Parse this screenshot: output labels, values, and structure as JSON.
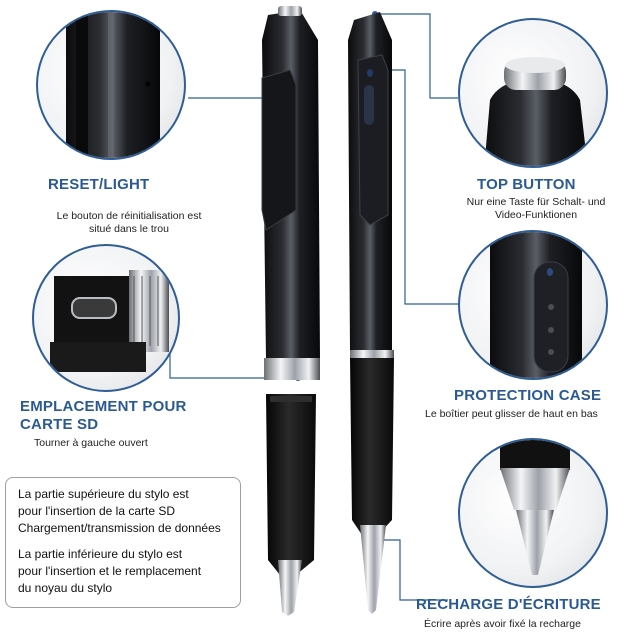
{
  "features": {
    "reset": {
      "title": "RESET/LIGHT",
      "desc": [
        "Le bouton de réinitialisation est",
        "situé dans le trou"
      ]
    },
    "top_button": {
      "title": "TOP BUTTON",
      "desc": [
        "Nur eine Taste für Schalt- und",
        "Video-Funktionen"
      ]
    },
    "sd_slot": {
      "title_lines": [
        "EMPLACEMENT POUR",
        "CARTE SD"
      ],
      "desc": [
        "Tourner à gauche ouvert"
      ]
    },
    "protection_case": {
      "title": "PROTECTION CASE",
      "desc": [
        "Le boîtier peut glisser de haut en bas"
      ]
    },
    "refill": {
      "title": "RECHARGE D'ÉCRITURE",
      "desc": [
        "Écrire après avoir fixé la recharge"
      ]
    }
  },
  "info_box": {
    "upper": [
      "La partie supérieure du stylo est",
      "pour l'insertion de la carte SD",
      "Chargement/transmission de données"
    ],
    "lower": [
      "La partie inférieure du stylo est",
      "pour l'insertion et le remplacement",
      "du noyau du stylo"
    ]
  },
  "colors": {
    "accent": "#2b5a93",
    "line": "#2f5d95"
  }
}
